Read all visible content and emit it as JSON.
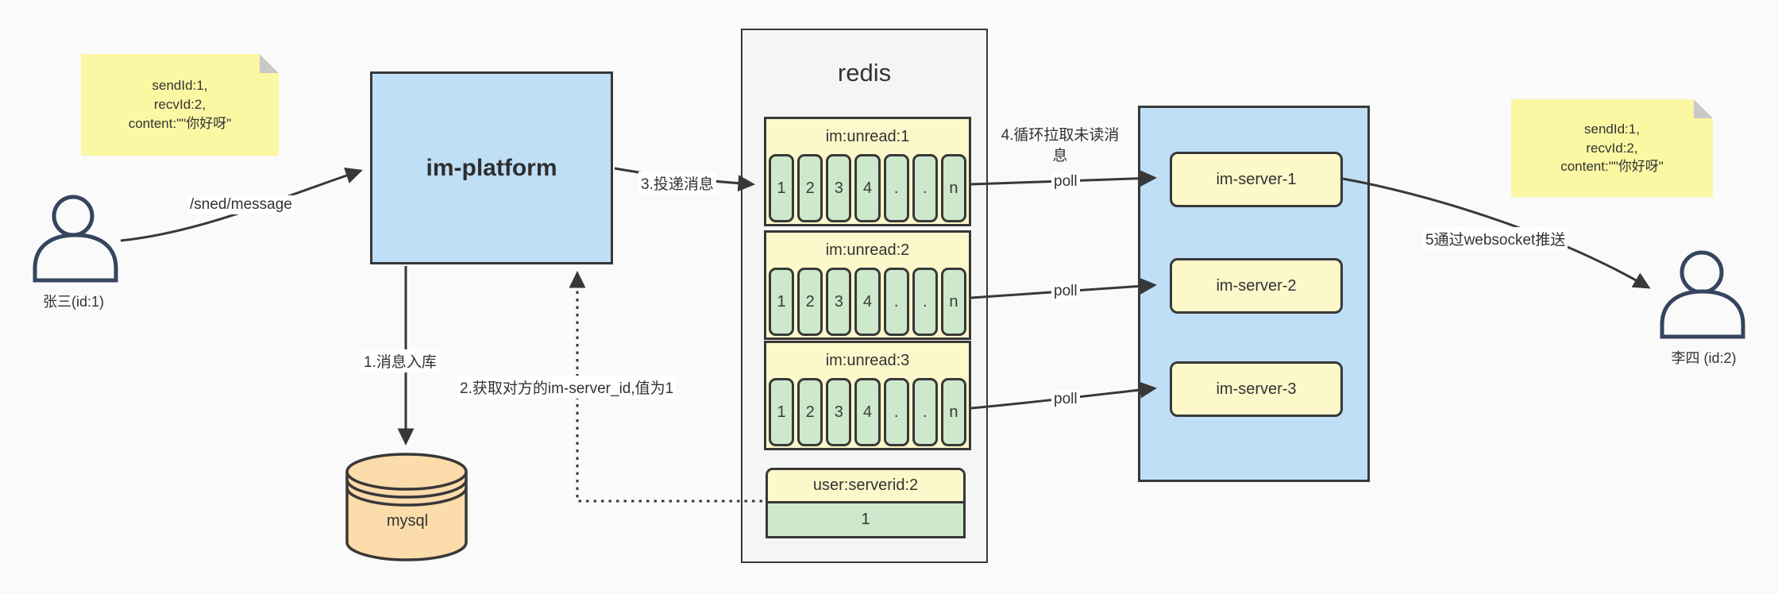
{
  "notes": {
    "left": {
      "lines": [
        "sendId:1,",
        "recvId:2,",
        "content:\"\"你好呀\""
      ]
    },
    "right": {
      "lines": [
        "sendId:1,",
        "recvId:2,",
        "content:\"\"你好呀\""
      ]
    }
  },
  "actors": {
    "sender": "张三(id:1)",
    "receiver": "李四 (id:2)"
  },
  "platform": {
    "label": "im-platform"
  },
  "database": {
    "label": "mysql"
  },
  "redis": {
    "title": "redis",
    "queues": [
      {
        "name": "im:unread:1",
        "cells": [
          "1",
          "2",
          "3",
          "4",
          ".",
          ".",
          "n"
        ]
      },
      {
        "name": "im:unread:2",
        "cells": [
          "1",
          "2",
          "3",
          "4",
          ".",
          ".",
          "n"
        ]
      },
      {
        "name": "im:unread:3",
        "cells": [
          "1",
          "2",
          "3",
          "4",
          ".",
          ".",
          "n"
        ]
      }
    ],
    "kv": {
      "key": "user:serverid:2",
      "value": "1"
    }
  },
  "servers": [
    "im-server-1",
    "im-server-2",
    "im-server-3"
  ],
  "edges": {
    "send": "/sned/message",
    "step1": "1.消息入库",
    "step2": "2.获取对方的im-server_id,值为1",
    "step3": "3.投递消息",
    "step4": "4.循环拉取未读消息",
    "poll": [
      "poll",
      "poll",
      "poll"
    ],
    "step5": "5通过websocket推送"
  },
  "colors": {
    "background": "#fafafa",
    "line": "#383838",
    "blue": "#bedff6",
    "note_yellow": "#fbf7a3",
    "panel_yellow": "#fcf8cb",
    "green": "#cde8cb",
    "orange": "#fbdcaa",
    "redis_gray": "#f5f5f5"
  }
}
